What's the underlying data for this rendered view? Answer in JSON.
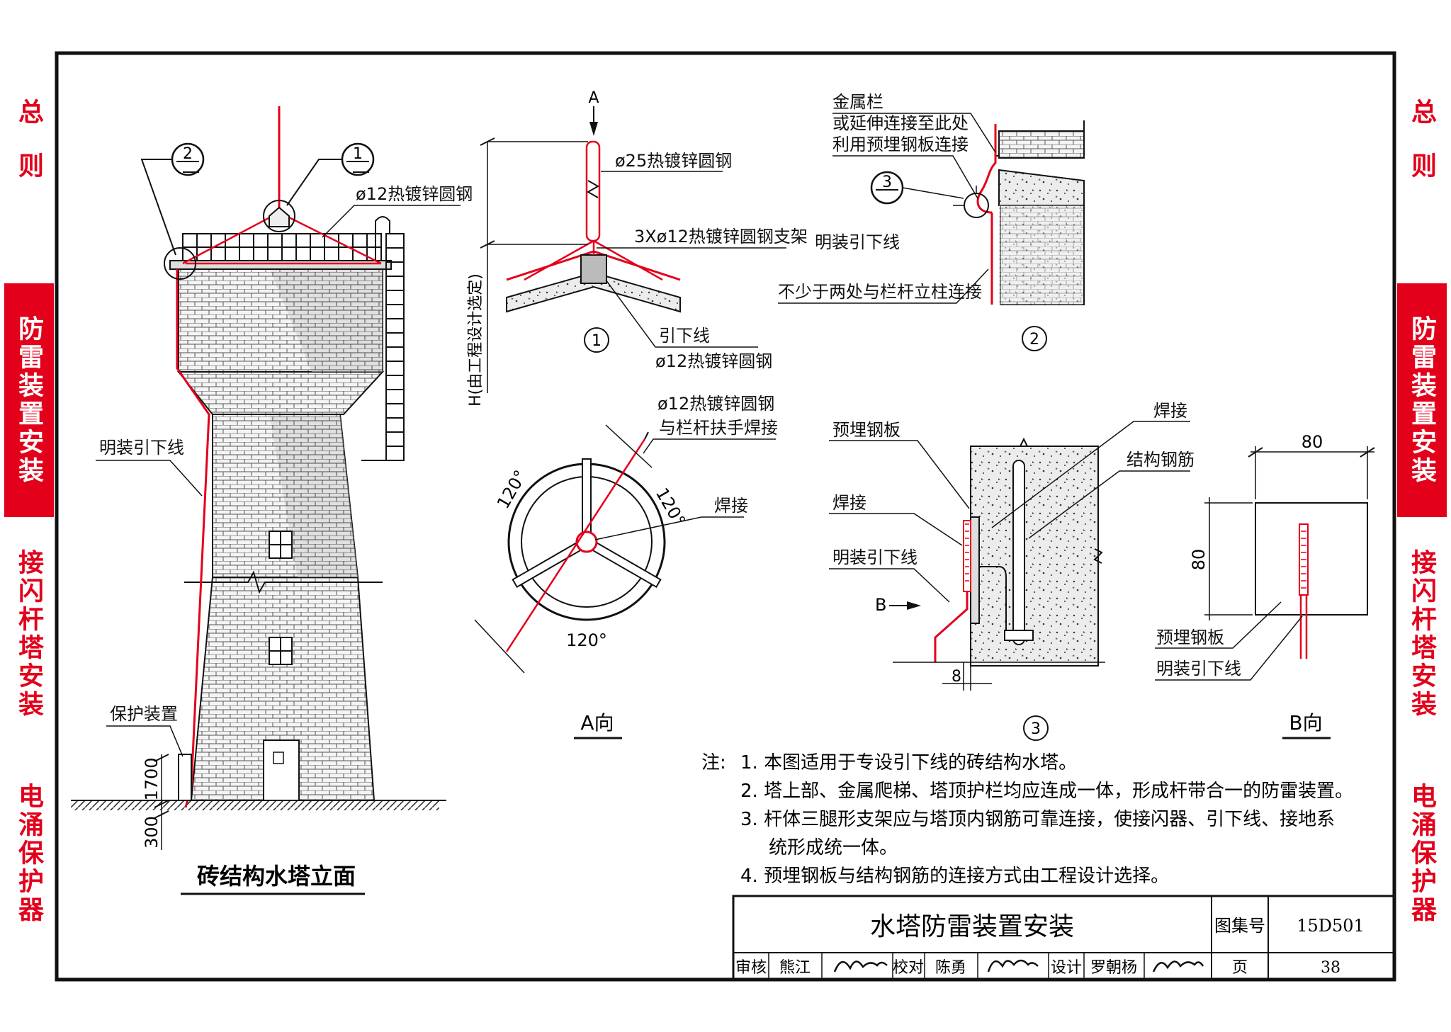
{
  "sidebar": {
    "tabs": [
      {
        "label": "总则",
        "active": false
      },
      {
        "label": "防雷装置安装",
        "active": true
      },
      {
        "label": "接闪杆塔安装",
        "active": false
      },
      {
        "label": "电涌保护器",
        "active": false
      }
    ]
  },
  "elevation": {
    "title": "砖结构水塔立面",
    "label_rod": "ø12热镀锌圆钢",
    "label_downlead": "明装引下线",
    "label_protect": "保护装置",
    "dim_1700": "1700",
    "dim_300": "300",
    "callout_1": "1",
    "callout_2": "2"
  },
  "detail1": {
    "arrow_a": "A",
    "label_25": "ø25热镀锌圆钢",
    "label_support": "3Xø12热镀锌圆钢支架",
    "label_height": "H(由工程设计选定)",
    "label_downlead": "引下线",
    "label_rod12": "ø12热镀锌圆钢",
    "number": "1"
  },
  "detail2": {
    "label_rail": "金属栏",
    "label_extend": "或延伸连接至此处",
    "label_plate": "利用预埋钢板连接",
    "label_downlead": "明装引下线",
    "label_connect": "不少于两处与栏杆立柱连接",
    "callout": "3",
    "number": "2"
  },
  "viewA": {
    "label_rod": "ø12热镀锌圆钢",
    "label_weld_handrail": "与栏杆扶手焊接",
    "label_weld": "焊接",
    "angle_left": "120°",
    "angle_right": "120°",
    "angle_bottom": "120°",
    "title": "A向"
  },
  "detail3": {
    "label_embed": "预埋钢板",
    "label_weld_top": "焊接",
    "label_rebar": "结构钢筋",
    "label_weld": "焊接",
    "label_downlead": "明装引下线",
    "arrow_b": "B",
    "dim_8": "8",
    "number": "3"
  },
  "viewB": {
    "dim_width": "80",
    "dim_height": "80",
    "label_embed": "预埋钢板",
    "label_downlead": "明装引下线",
    "title": "B向"
  },
  "notes": {
    "prefix": "注:",
    "items": [
      "1. 本图适用于专设引下线的砖结构水塔。",
      "2. 塔上部、金属爬梯、塔顶护栏均应连成一体，形成杆带合一的防雷装置。",
      "3. 杆体三腿形支架应与塔顶内钢筋可靠连接，使接闪器、引下线、接地系",
      "统形成统一体。",
      "4. 预埋钢板与结构钢筋的连接方式由工程设计选择。"
    ]
  },
  "titleblock": {
    "title": "水塔防雷装置安装",
    "atlas_label": "图集号",
    "atlas_no": "15D501",
    "review_label": "审核",
    "reviewer": "熊江",
    "check_label": "校对",
    "checker": "陈勇",
    "design_label": "设计",
    "designer": "罗朝杨",
    "page_label": "页",
    "page_no": "38"
  },
  "colors": {
    "accent": "#e3001b",
    "line": "#111111"
  }
}
